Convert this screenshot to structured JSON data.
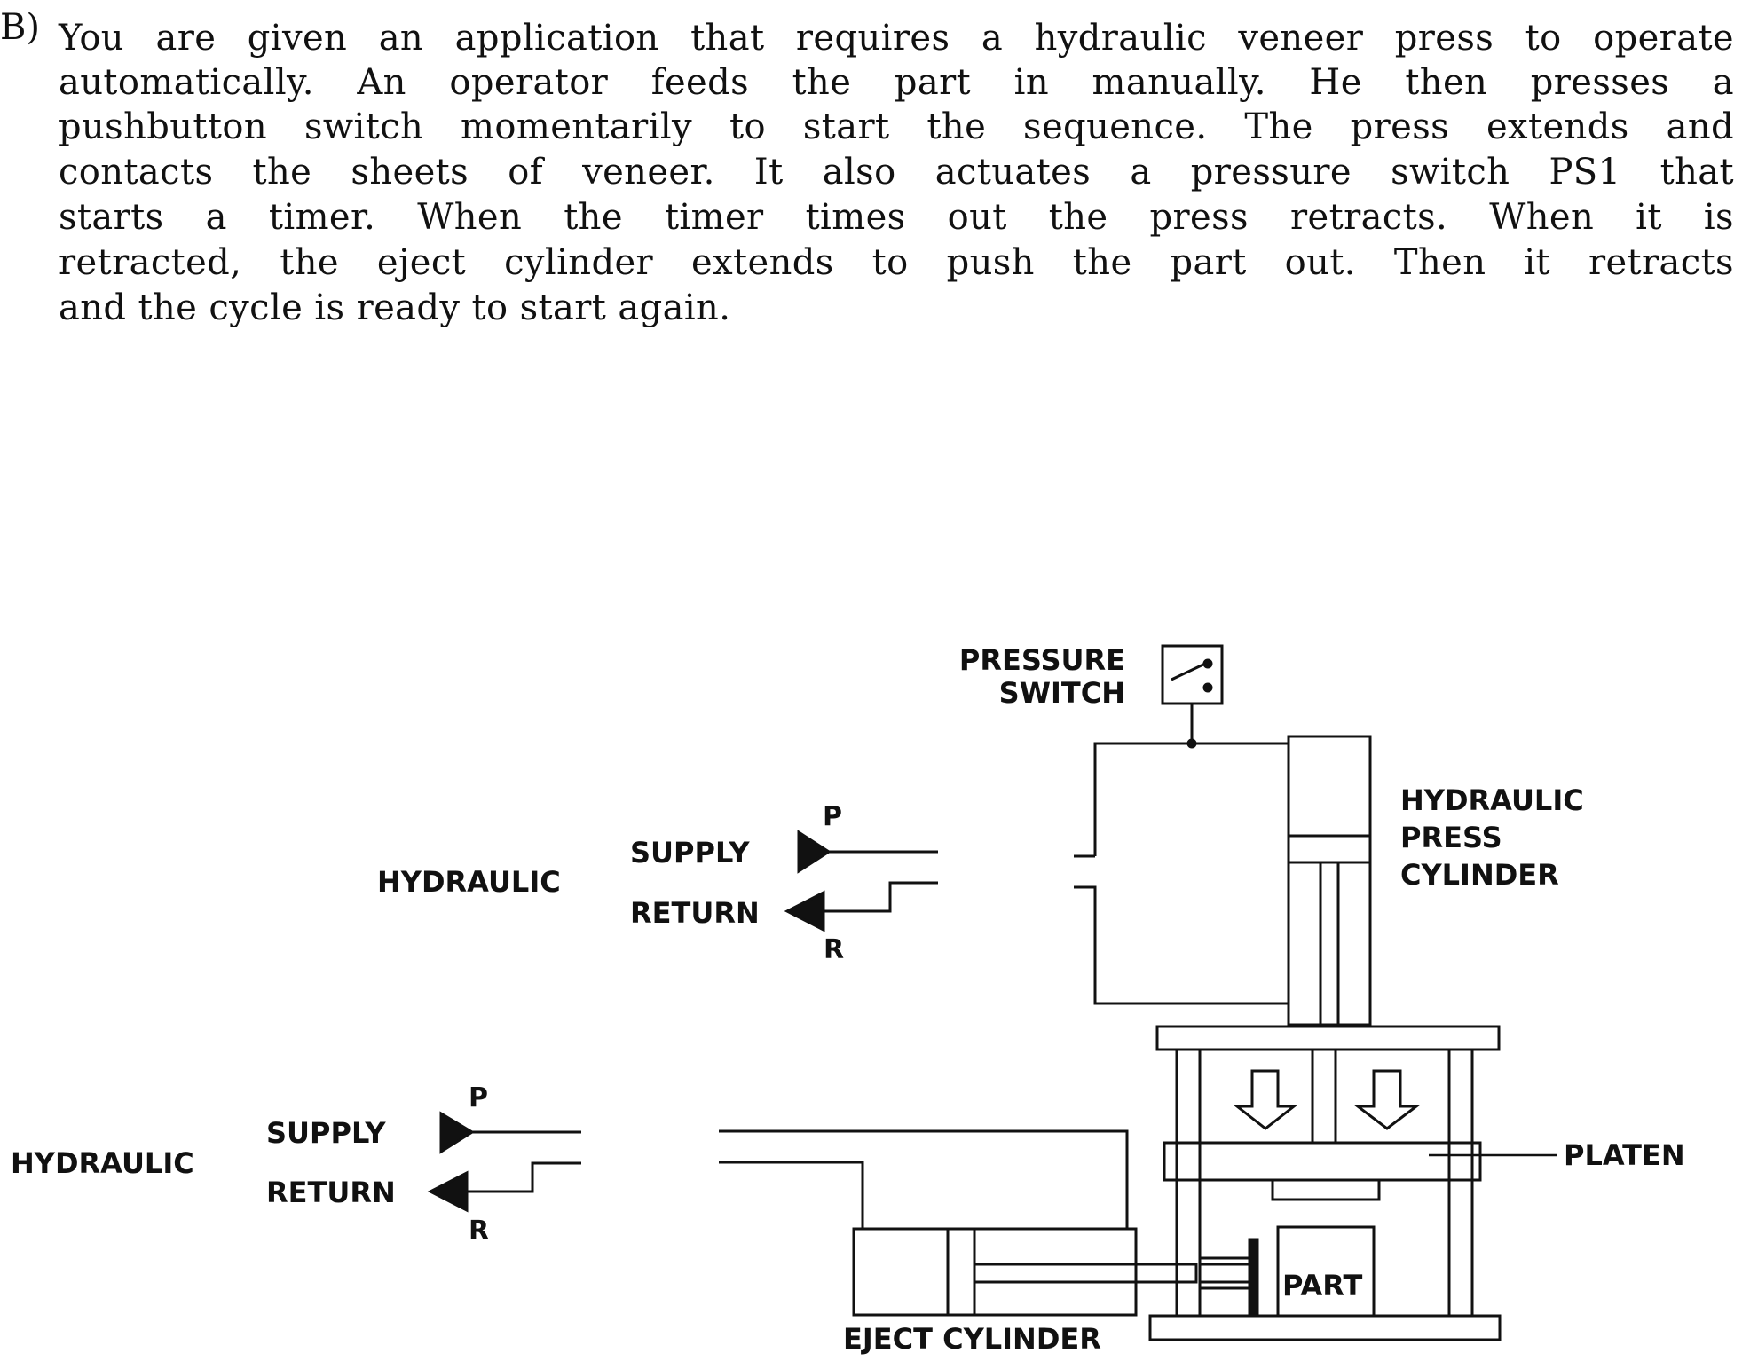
{
  "problem": {
    "number": "B)",
    "lines": [
      "You are given an application that requires a hydraulic veneer press to operate",
      "automatically.  An operator feeds the part in manually.  He then presses a",
      "pushbutton switch momentarily to start the sequence.  The press extends and",
      "contacts the sheets of veneer.  It also actuates a pressure switch PS1 that",
      "starts a timer.  When the timer times out the press retracts.  When it is",
      "retracted, the eject cylinder extends to push the part out.  Then it retracts",
      "and the cycle is ready to start again."
    ]
  },
  "diagram": {
    "pressure_switch_label": [
      "PRESSURE",
      "SWITCH"
    ],
    "press_cylinder_label": [
      "HYDRAULIC",
      "PRESS",
      "CYLINDER"
    ],
    "platen_label": "PLATEN",
    "part_label": "PART",
    "eject_cylinder_label": "EJECT CYLINDER",
    "upper_supply": {
      "group_label": "HYDRAULIC",
      "supply_label": "SUPPLY",
      "return_label": "RETURN",
      "p_label": "P",
      "r_label": "R"
    },
    "lower_supply": {
      "group_label": "HYDRAULIC",
      "supply_label": "SUPPLY",
      "return_label": "RETURN",
      "p_label": "P",
      "r_label": "R"
    }
  }
}
